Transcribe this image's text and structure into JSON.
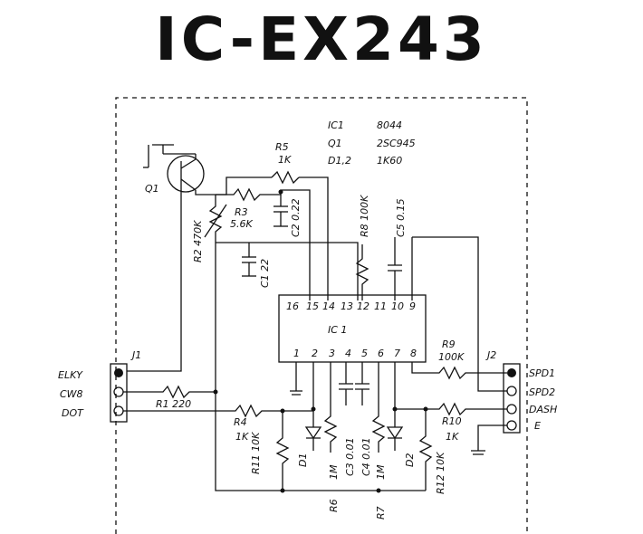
{
  "title": "IC-EX243",
  "parts_table": [
    {
      "ref": "IC1",
      "value": "8044"
    },
    {
      "ref": "Q1",
      "value": "2SC945"
    },
    {
      "ref": "D1,2",
      "value": "1K60"
    }
  ],
  "ic": {
    "name": "IC 1",
    "top_pins": [
      "16",
      "15",
      "14",
      "13",
      "12",
      "11",
      "10",
      "9"
    ],
    "bottom_pins": [
      "1",
      "2",
      "3",
      "4",
      "5",
      "6",
      "7",
      "8"
    ]
  },
  "connectors": {
    "J1": {
      "label": "J1",
      "pins": [
        "ELKY",
        "CW8",
        "DOT"
      ]
    },
    "J2": {
      "label": "J2",
      "pins": [
        "SPD1",
        "SPD2",
        "DASH",
        "E"
      ]
    }
  },
  "components": {
    "Q1": "Q1",
    "R1": "R1 220",
    "R2": "R2 470K",
    "R3": [
      "R3",
      "5.6K"
    ],
    "R4": [
      "R4",
      "1K"
    ],
    "R5": [
      "R5",
      "1K"
    ],
    "R6": "R6",
    "R7": "R7",
    "R8": "R8 100K",
    "R9": [
      "R9",
      "100K"
    ],
    "R10": [
      "R10",
      "1K"
    ],
    "R11": "R11 10K",
    "R12": "R12 10K",
    "C1": "C1 22",
    "C2": "C2 0.22",
    "C3": "C3 0.01",
    "C4": "C4 0.01",
    "C5": "C5 0.15",
    "D1": "D1",
    "D2": "D2",
    "V_R6": "1M",
    "V_R7": "1M"
  }
}
